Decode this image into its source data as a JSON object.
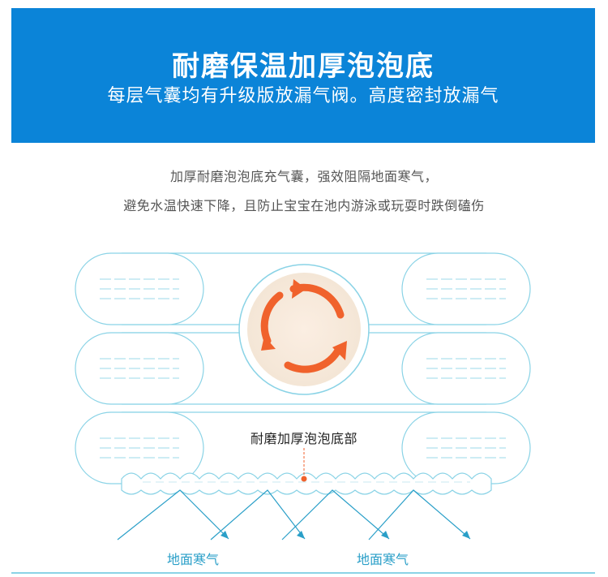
{
  "banner": {
    "title": "耐磨保温加厚泡泡底",
    "subtitle": "每层气囊均有升级版放漏气阀。高度密封放漏气"
  },
  "description": {
    "line1": "加厚耐磨泡泡底充气囊，强效阻隔地面寒气，",
    "line2": "避免水温快速下降，且防止宝宝在池内游泳或玩耍时跌倒磕伤"
  },
  "diagram": {
    "bottom_label": "耐磨加厚泡泡底部",
    "cold_air_left": "地面寒气",
    "cold_air_right": "地面寒气"
  },
  "colors": {
    "banner": "#0b84d8",
    "outline": "#8ad3e6",
    "arrow": "#f0622c",
    "cold_label": "#2a9fc8"
  }
}
